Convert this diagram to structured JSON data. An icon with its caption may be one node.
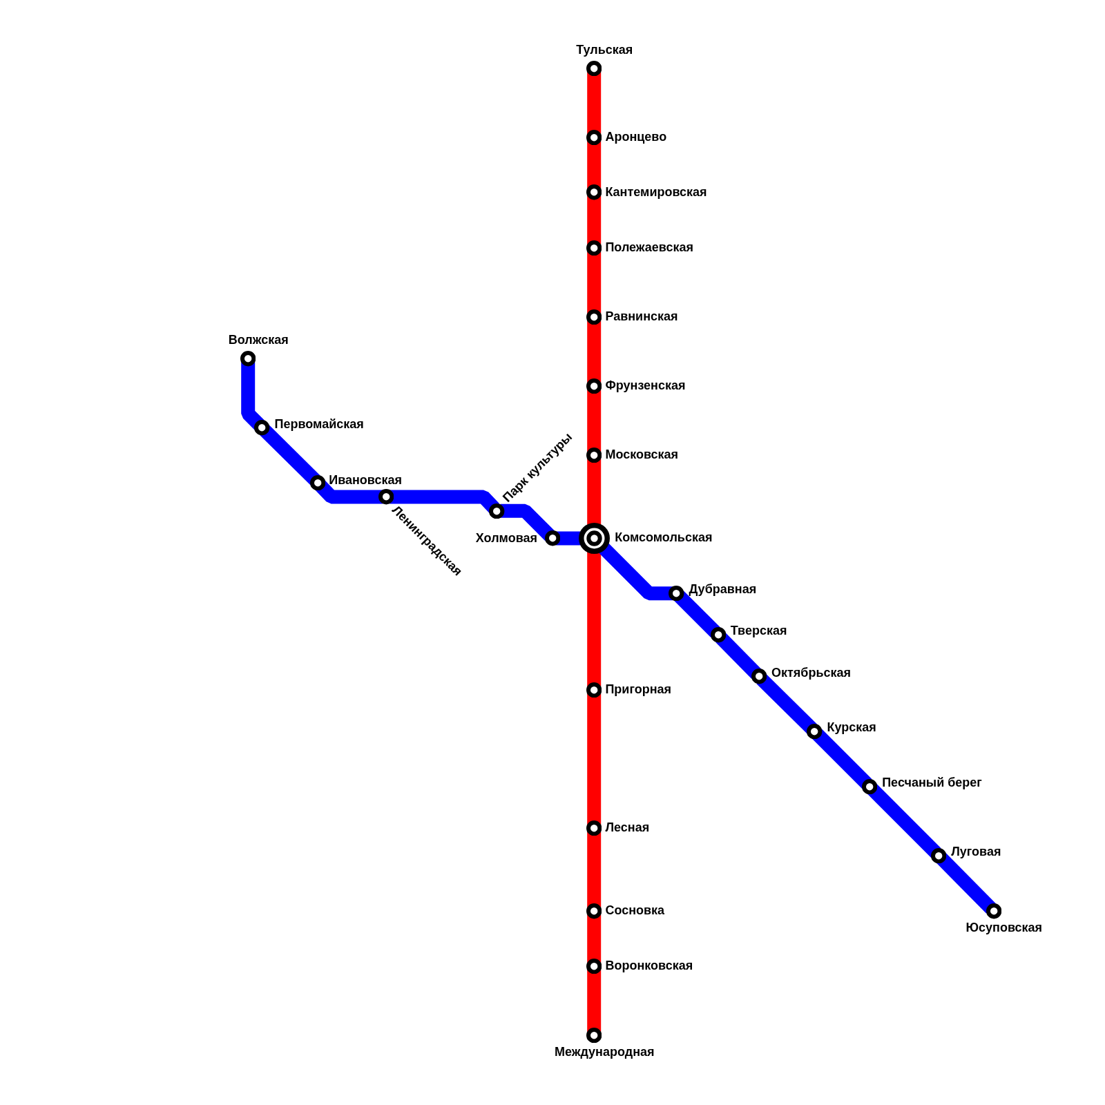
{
  "diagram": {
    "nodes": [
      {
        "text": [],
        "shape": "circle",
        "beside": [
          "Тульская"
        ]
      },
      {
        "text": [],
        "shape": "circle",
        "beside": [
          "Аронцево"
        ]
      },
      {
        "text": [],
        "shape": "circle",
        "beside": [
          "Кантемировская"
        ]
      },
      {
        "text": [],
        "shape": "circle",
        "beside": [
          "Полежаевская"
        ]
      },
      {
        "text": [],
        "shape": "circle",
        "beside": [
          "Равнинская"
        ]
      },
      {
        "text": [],
        "shape": "circle",
        "beside": [
          "Фрунзенская"
        ]
      },
      {
        "text": [],
        "shape": "circle",
        "beside": [
          "Московская"
        ]
      },
      {
        "text": [],
        "shape": "circle",
        "beside": [
          "Комсомольская"
        ]
      },
      {
        "text": [],
        "shape": "circle",
        "beside": [
          "Пригорная"
        ]
      },
      {
        "text": [],
        "shape": "circle",
        "beside": [
          "Лесная"
        ]
      },
      {
        "text": [],
        "shape": "circle",
        "beside": [
          "Сосновка"
        ]
      },
      {
        "text": [],
        "shape": "circle",
        "beside": [
          "Воронковская"
        ]
      },
      {
        "text": [],
        "shape": "circle",
        "beside": [
          "Международная"
        ]
      },
      {
        "text": [],
        "shape": "circle",
        "beside": [
          "Волжская"
        ]
      },
      {
        "text": [],
        "shape": "circle",
        "beside": [
          "Первомайская"
        ]
      },
      {
        "text": [],
        "shape": "circle",
        "beside": [
          "Ивановская"
        ]
      },
      {
        "text": [],
        "shape": "circle",
        "beside": [
          "Ленинградская"
        ]
      },
      {
        "text": [],
        "shape": "circle",
        "beside": [
          "Парк культуры"
        ]
      },
      {
        "text": [],
        "shape": "circle",
        "beside": [
          "Холмовая"
        ]
      },
      {
        "text": [],
        "shape": "circle",
        "beside": [
          "Дубравная"
        ]
      },
      {
        "text": [],
        "shape": "circle",
        "beside": [
          "Тверская"
        ]
      },
      {
        "text": [],
        "shape": "circle",
        "beside": [
          "Октябрьская"
        ]
      },
      {
        "text": [],
        "shape": "circle",
        "beside": [
          "Курская"
        ]
      },
      {
        "text": [],
        "shape": "circle",
        "beside": [
          "Песчаный берег"
        ]
      },
      {
        "text": [],
        "shape": "circle",
        "beside": [
          "Луговая"
        ]
      },
      {
        "text": [],
        "shape": "circle",
        "beside": [
          "Юсуповская"
        ]
      }
    ],
    "edges": [
      {
        "from": 0,
        "to": 1,
        "arrow": "none",
        "color": "#ff0000"
      },
      {
        "from": 1,
        "to": 2,
        "arrow": "none",
        "color": "#ff0000"
      },
      {
        "from": 2,
        "to": 3,
        "arrow": "none",
        "color": "#ff0000"
      },
      {
        "from": 3,
        "to": 4,
        "arrow": "none",
        "color": "#ff0000"
      },
      {
        "from": 4,
        "to": 5,
        "arrow": "none",
        "color": "#ff0000"
      },
      {
        "from": 5,
        "to": 6,
        "arrow": "none",
        "color": "#ff0000"
      },
      {
        "from": 6,
        "to": 7,
        "arrow": "none",
        "color": "#ff0000"
      },
      {
        "from": 7,
        "to": 8,
        "arrow": "none",
        "color": "#ff0000"
      },
      {
        "from": 8,
        "to": 9,
        "arrow": "none",
        "color": "#ff0000"
      },
      {
        "from": 9,
        "to": 10,
        "arrow": "none",
        "color": "#ff0000"
      },
      {
        "from": 10,
        "to": 11,
        "arrow": "none",
        "color": "#ff0000"
      },
      {
        "from": 11,
        "to": 12,
        "arrow": "none",
        "color": "#ff0000"
      },
      {
        "from": 13,
        "to": 14,
        "arrow": "none"
      },
      {
        "from": 14,
        "to": 15,
        "arrow": "none"
      },
      {
        "from": 15,
        "to": 16,
        "arrow": "none"
      },
      {
        "from": 16,
        "to": 17,
        "arrow": "none"
      },
      {
        "from": 17,
        "to": 18,
        "arrow": "none"
      },
      {
        "from": 18,
        "to": 7,
        "arrow": "none"
      },
      {
        "from": 7,
        "to": 19,
        "arrow": "none"
      },
      {
        "from": 19,
        "to": 20,
        "arrow": "none"
      },
      {
        "from": 20,
        "to": 21,
        "arrow": "none"
      },
      {
        "from": 21,
        "to": 22,
        "arrow": "none"
      },
      {
        "from": 22,
        "to": 23,
        "arrow": "none"
      },
      {
        "from": 23,
        "to": 24,
        "arrow": "none"
      },
      {
        "from": 24,
        "to": 25,
        "arrow": "none"
      }
    ]
  }
}
